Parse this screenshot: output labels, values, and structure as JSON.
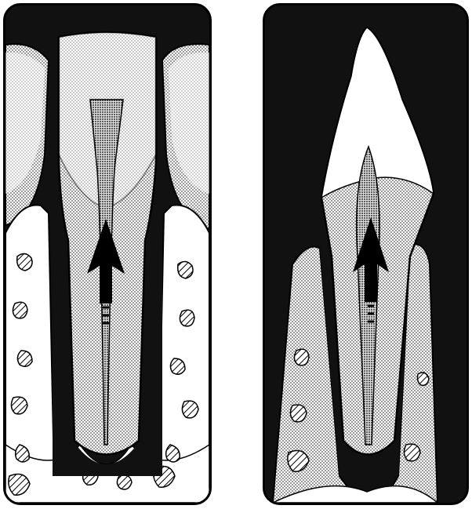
{
  "figure": {
    "panels": [
      {
        "id": "left",
        "subject": "tooth-in-alveolar-bone-incisor",
        "arrow_direction": "up"
      },
      {
        "id": "right",
        "subject": "tooth-in-alveolar-bone-canine",
        "arrow_direction": "up"
      }
    ],
    "colors": {
      "background_dark": "#111111",
      "enamel": "#ffffff",
      "dentin_stipple": "#b8b8b8",
      "pulp_stipple": "#8f8f8f",
      "bone": "#ffffff",
      "trabecula_hatch": "#000000",
      "arrow": "#000000"
    },
    "icons": [
      "up-arrow-icon",
      "up-arrow-icon"
    ]
  }
}
